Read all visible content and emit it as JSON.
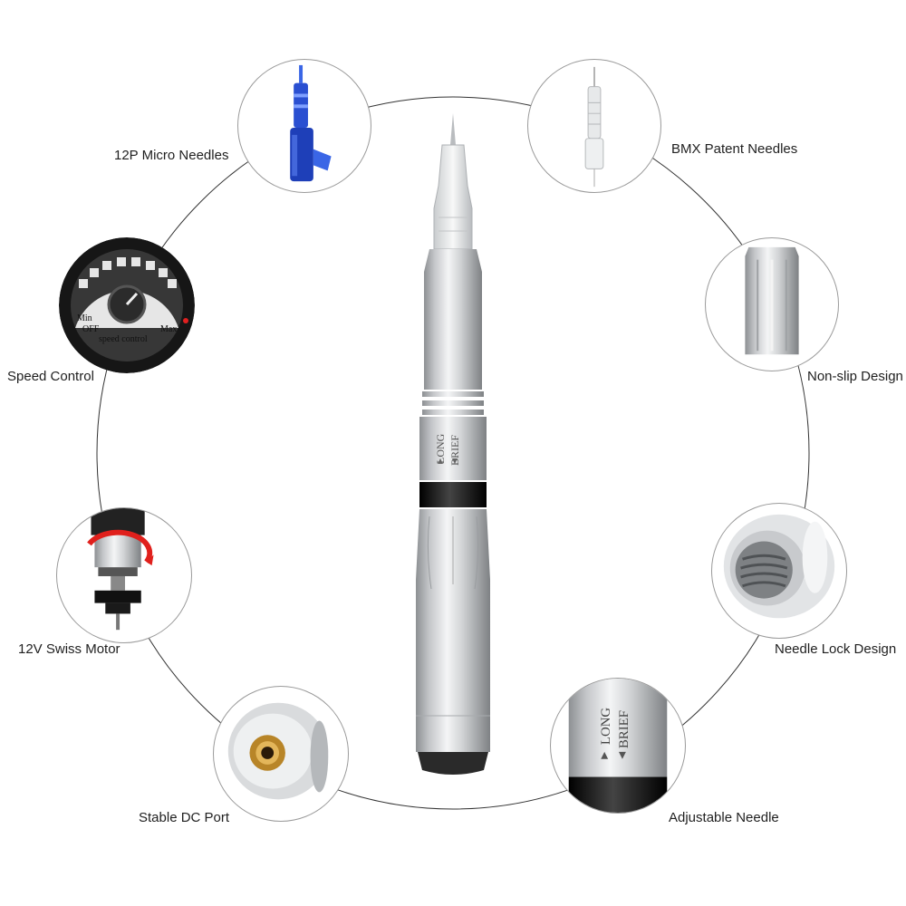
{
  "features": {
    "micro_needles": "12P Micro Needles",
    "bmx_needles": "BMX Patent Needles",
    "speed_control": "Speed Control",
    "non_slip": "Non-slip Design",
    "swiss_motor": "12V Swiss Motor",
    "needle_lock": "Needle Lock Design",
    "dc_port": "Stable DC Port",
    "adjustable_needle": "Adjustable Needle"
  },
  "pen_markings": {
    "long": "LONG",
    "brief": "BRIEF"
  },
  "dial_markings": {
    "min": "Min",
    "off": "OFF",
    "max": "Max",
    "speed_control": "speed control"
  },
  "colors": {
    "pen_silver": "#c9cbcd",
    "grip_black": "#111111",
    "needle_blue": "#2a4fd1",
    "brass": "#c9993a"
  }
}
